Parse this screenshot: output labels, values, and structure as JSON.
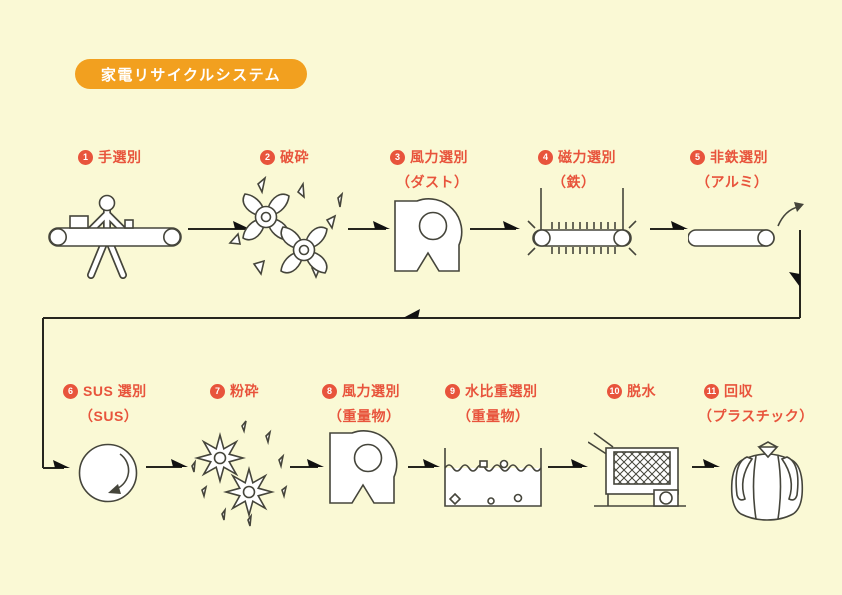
{
  "title": "家電リサイクルシステム",
  "colors": {
    "background": "#FAF9D5",
    "badge": "#F2A01F",
    "label": "#E8543C"
  },
  "steps": [
    {
      "number": "1",
      "title": "手選別",
      "subtitle": "",
      "icon": "conveyor-worker"
    },
    {
      "number": "2",
      "title": "破砕",
      "subtitle": "",
      "icon": "crusher-blades"
    },
    {
      "number": "3",
      "title": "風力選別",
      "subtitle": "（ダスト）",
      "icon": "air-blower"
    },
    {
      "number": "4",
      "title": "磁力選別",
      "subtitle": "（鉄）",
      "icon": "magnetic-separator"
    },
    {
      "number": "5",
      "title": "非鉄選別",
      "subtitle": "（アルミ）",
      "icon": "eddy-current-conveyor"
    },
    {
      "number": "6",
      "title": "SUS 選別",
      "subtitle": "（SUS）",
      "icon": "rotating-drum"
    },
    {
      "number": "7",
      "title": "粉砕",
      "subtitle": "",
      "icon": "pulverizer-stars"
    },
    {
      "number": "8",
      "title": "風力選別",
      "subtitle": "（重量物）",
      "icon": "air-blower"
    },
    {
      "number": "9",
      "title": "水比重選別",
      "subtitle": "（重量物）",
      "icon": "water-separation-tank"
    },
    {
      "number": "10",
      "title": "脱水",
      "subtitle": "",
      "icon": "dewatering-machine"
    },
    {
      "number": "11",
      "title": "回収",
      "subtitle": "（プラスチック）",
      "icon": "collection-bag"
    }
  ]
}
